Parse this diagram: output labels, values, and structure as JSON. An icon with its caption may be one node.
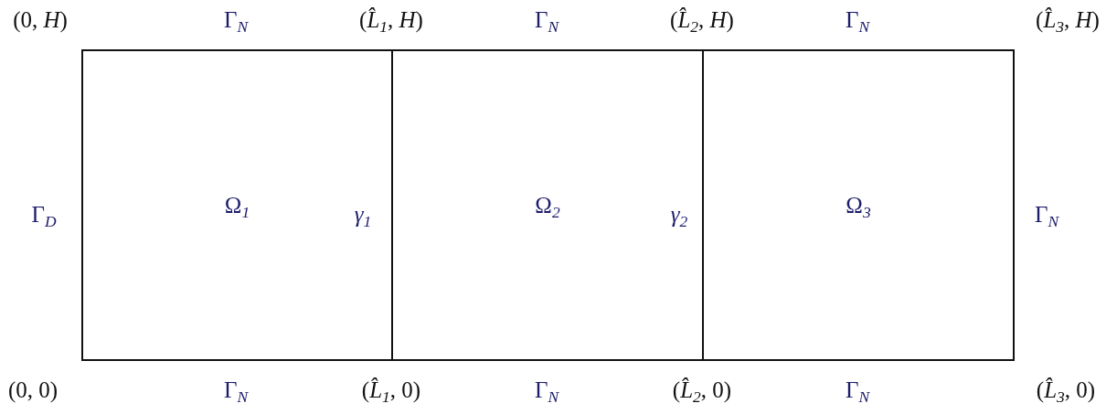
{
  "diagram": {
    "nodes": [
      {
        "text": [
          "Ω$_{1}$"
        ]
      },
      {
        "text": [
          "Ω$_{2}$"
        ]
      },
      {
        "text": [
          "Ω$_{3}$"
        ]
      }
    ],
    "labels": [
      "(0, *H*)",
      "Γ$_{N}$",
      "(*L̂*$_{1}$, *H*)",
      "Γ$_{N}$",
      "(*L̂*$_{2}$, *H*)",
      "Γ$_{N}$",
      "(*L̂*$_{3}$, *H*)",
      "Γ$_{D}$",
      "*γ*$_{1}$",
      "*γ*$_{2}$",
      "Γ$_{N}$",
      "(0, 0)",
      "Γ$_{N}$",
      "(*L̂*$_{1}$, 0)",
      "Γ$_{N}$",
      "(*L̂*$_{2}$, 0)",
      "Γ$_{N}$",
      "(*L̂*$_{3}$, 0)"
    ]
  }
}
